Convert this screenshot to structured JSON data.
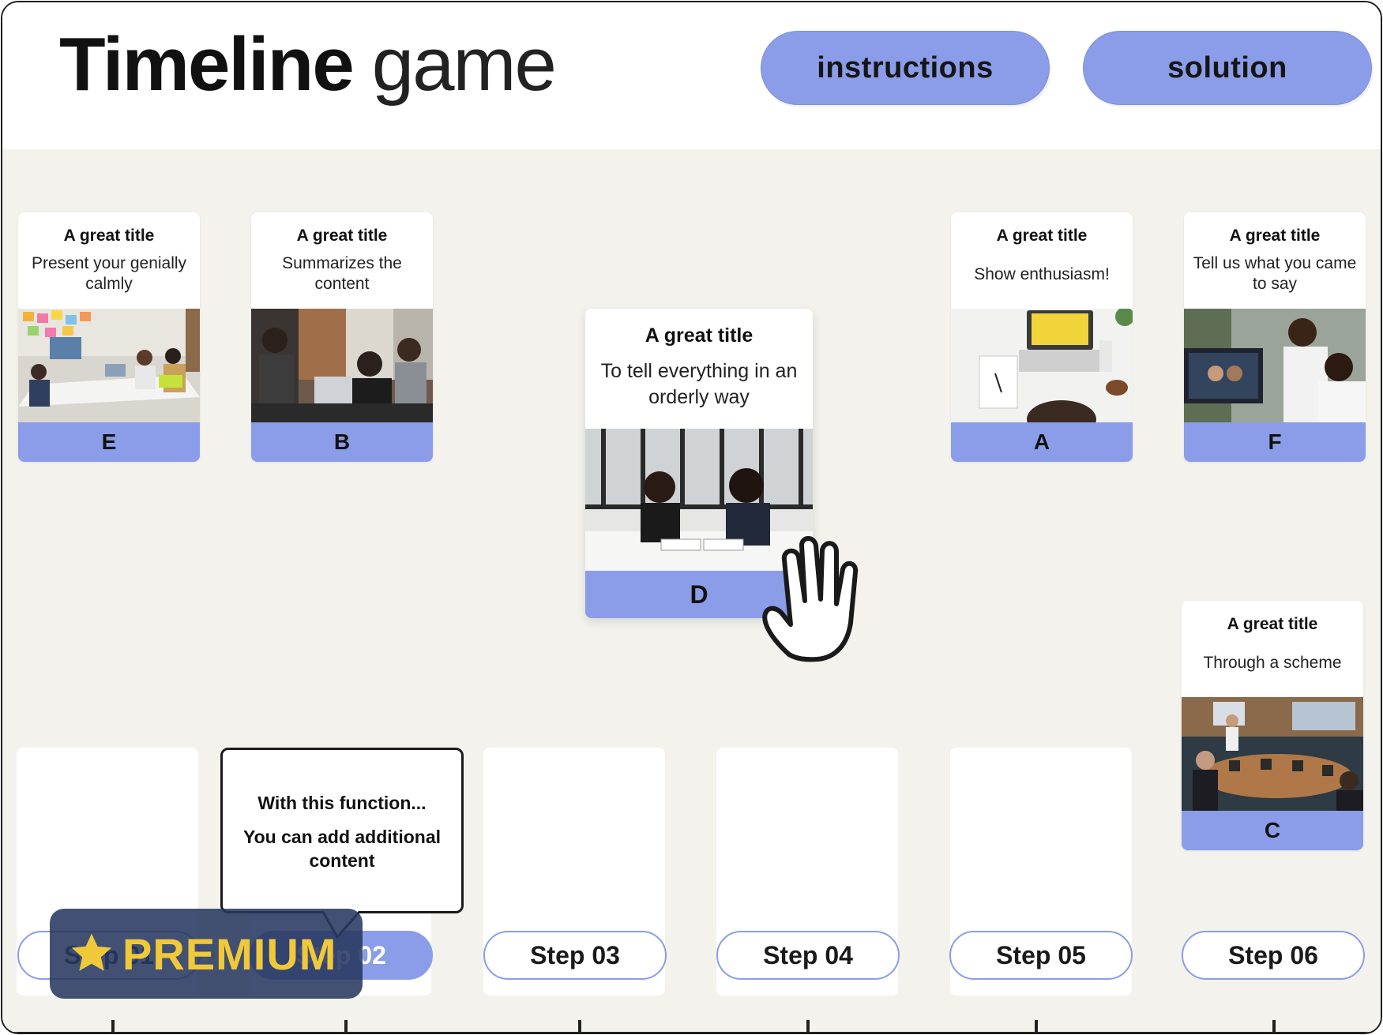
{
  "header": {
    "title_bold": "Timeline",
    "title_light": "game",
    "instructions_label": "instructions",
    "solution_label": "solution"
  },
  "cards": [
    {
      "letter": "E",
      "title": "A great title",
      "desc": "Present your genially calmly"
    },
    {
      "letter": "B",
      "title": "A great title",
      "desc": "Summarizes the content"
    },
    {
      "letter": "D",
      "title": "A great title",
      "desc": "To tell everything in an orderly way"
    },
    {
      "letter": "A",
      "title": "A great title",
      "desc": "Show enthusiasm!"
    },
    {
      "letter": "F",
      "title": "A great title",
      "desc": "Tell us what you came to say"
    },
    {
      "letter": "C",
      "title": "A great title",
      "desc": "Through a scheme"
    }
  ],
  "steps": [
    "Step 01",
    "Step 02",
    "Step 03",
    "Step 04",
    "Step 05",
    "Step 06"
  ],
  "tooltip": {
    "line1": "With this function...",
    "line2": "You can add additional content"
  },
  "premium": {
    "label": "PREMIUM"
  },
  "colors": {
    "accent": "#8b9de8",
    "board": "#f3f2ed",
    "premium_bg": "#283860",
    "premium_text": "#f0c93a"
  },
  "icons": [
    "hand-cursor-icon",
    "star-icon"
  ]
}
